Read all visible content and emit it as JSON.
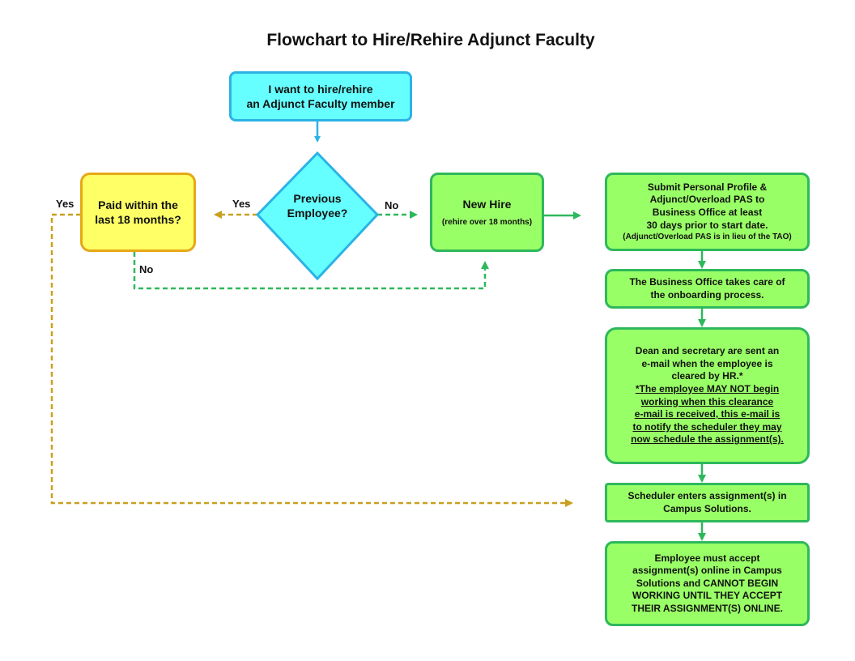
{
  "title": "Flowchart to Hire/Rehire Adjunct Faculty",
  "start": {
    "line1": "I want to hire/rehire",
    "line2": "an Adjunct Faculty member"
  },
  "decision": {
    "line1": "Previous",
    "line2": "Employee?"
  },
  "paid": {
    "line1": "Paid within the",
    "line2": "last 18 months?"
  },
  "new_hire": {
    "title": "New Hire",
    "subtitle": "(rehire over 18 months)"
  },
  "labels": {
    "yes_left": "Yes",
    "yes_mid": "Yes",
    "no_right": "No",
    "no_down": "No"
  },
  "steps": {
    "submit": {
      "lines": [
        "Submit Personal Profile &",
        "Adjunct/Overload PAS to",
        "Business Office at least",
        "30 days prior to start date."
      ],
      "note": "(Adjunct/Overload PAS is in lieu of the TAO)"
    },
    "onboarding": {
      "lines": [
        "The Business Office takes care of",
        "the onboarding process."
      ]
    },
    "dean": {
      "lines": [
        "Dean and secretary are sent an",
        "e-mail when the employee is",
        "cleared by HR.*"
      ],
      "warning": [
        "*The employee MAY NOT begin",
        "working when this clearance",
        "e-mail is received, this e-mail is",
        "to notify the scheduler they may",
        "now schedule the assignment(s)."
      ]
    },
    "scheduler": {
      "lines": [
        "Scheduler enters assignment(s) in",
        "Campus Solutions."
      ]
    },
    "employee": {
      "lines": [
        "Employee must accept",
        "assignment(s) online in Campus",
        "Solutions and CANNOT BEGIN",
        "WORKING UNTIL THEY ACCEPT",
        "THEIR ASSIGNMENT(S) ONLINE."
      ]
    }
  },
  "colors": {
    "cyan_fill": "#66ffff",
    "cyan_border": "#2bb3e6",
    "yellow_fill": "#ffff66",
    "yellow_border": "#e6a817",
    "green_fill": "#99ff66",
    "green_border": "#2eb85c",
    "gold_arrow": "#c9a020",
    "green_arrow": "#2eb85c",
    "blue_arrow": "#2bb3e6"
  }
}
